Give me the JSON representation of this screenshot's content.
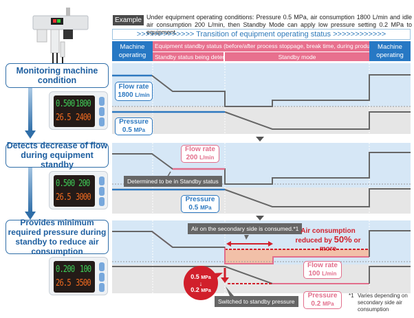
{
  "header": {
    "example_tag": "Example",
    "example_text": "Under equipment operating conditions: Pressure 0.5 MPa, air consumption 1800 L/min and idle air consumption 200 L/min, then Standby Mode can apply low pressure setting 0.2 MPa to equipment.",
    "transition_title": ">>>>>>>>>>>>>  Transition of equipment operating status  >>>>>>>>>>>>",
    "machine_operating": "Machine operating",
    "standby_status": "Equipment standby status (before/after process stoppage, break time, during production stoppage, etc.)",
    "standby_determining": "Standby status being determined.",
    "standby_mode": "Standby mode"
  },
  "steps": [
    {
      "title": "Monitoring machine condition",
      "display": {
        "top_left": "0.500",
        "top_right": "1800",
        "bottom_left": "26.5",
        "bottom_right": "2400"
      },
      "flow_label": {
        "title": "Flow rate",
        "value": "1800",
        "unit": "L/min"
      },
      "pressure_label": {
        "title": "Pressure",
        "value": "0.5",
        "unit": "MPa"
      }
    },
    {
      "title": "Detects decrease of flow during equipment standby",
      "display": {
        "top_left": "0.500",
        "top_right": "200",
        "bottom_left": "26.5",
        "bottom_right": "3000"
      },
      "flow_label": {
        "title": "Flow rate",
        "value": "200",
        "unit": "L/min"
      },
      "pressure_label": {
        "title": "Pressure",
        "value": "0.5",
        "unit": "MPa"
      },
      "callout": "Determined to be in Standby status"
    },
    {
      "title": "Provides minimum required pressure during standby to reduce air consumption",
      "display": {
        "top_left": "0.200",
        "top_right": "100",
        "bottom_left": "26.5",
        "bottom_right": "3500"
      },
      "flow_label": {
        "title": "Flow rate",
        "value": "100",
        "unit": "L/min"
      },
      "pressure_label": {
        "title": "Pressure",
        "value": "0.2",
        "unit": "MPa"
      },
      "callout_air": "Air on the secondary side is consumed.*1",
      "callout_switch": "Switched to standby pressure",
      "reduction_line1": "Air consumption",
      "reduction_line2_prefix": "reduced by ",
      "reduction_percent": "50%",
      "reduction_line2_suffix": " or more",
      "bubble_from": "0.5",
      "bubble_to": "0.2",
      "bubble_unit": "MPa",
      "bubble_arrow": "↓",
      "footnote_mark": "*1",
      "footnote_text": "Varies depending on secondary side air consumption"
    }
  ],
  "colors": {
    "machine_blue": "#2778c4",
    "standby_pink": "#e8708e",
    "flow_bg": "#d6e7f6",
    "pressure_bg": "#e6e6e6",
    "line_gray": "#666666",
    "line_blue": "#2c78c0",
    "line_pink": "#e26f8c",
    "accent_red": "#d11f2b",
    "reduction_fill": "#f2c0a8"
  }
}
